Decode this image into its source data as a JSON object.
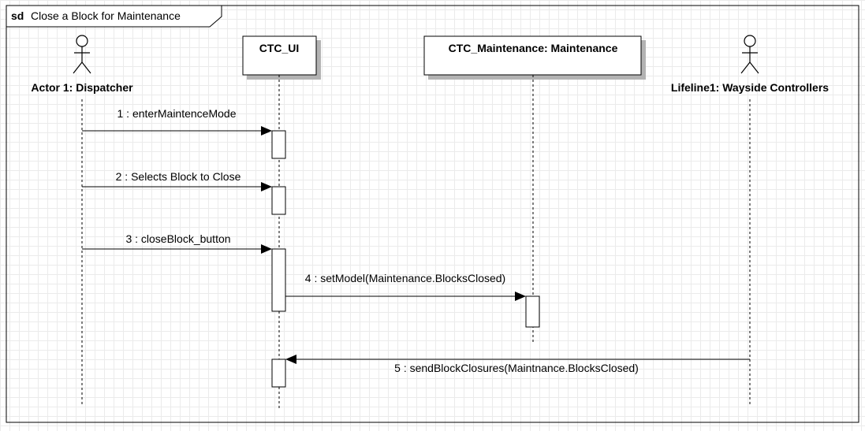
{
  "frame": {
    "keyword": "sd",
    "title": "Close a Block for Maintenance"
  },
  "participants": {
    "dispatcher": {
      "label": "Actor 1: Dispatcher",
      "kind": "actor"
    },
    "ctc_ui": {
      "label": "CTC_UI",
      "kind": "object"
    },
    "ctc_maintenance": {
      "label": "CTC_Maintenance: Maintenance",
      "kind": "object"
    },
    "wayside": {
      "label": "Lifeline1: Wayside Controllers",
      "kind": "actor"
    }
  },
  "messages": [
    {
      "label": "1 : enterMaintenceMode",
      "from": "dispatcher",
      "to": "ctc_ui"
    },
    {
      "label": "2 : Selects Block to Close",
      "from": "dispatcher",
      "to": "ctc_ui"
    },
    {
      "label": "3 : closeBlock_button",
      "from": "dispatcher",
      "to": "ctc_ui"
    },
    {
      "label": "4 : setModel(Maintenance.BlocksClosed)",
      "from": "ctc_ui",
      "to": "ctc_maintenance"
    },
    {
      "label": "5 : sendBlockClosures(Maintnance.BlocksClosed)",
      "from": "wayside",
      "to": "ctc_ui"
    }
  ],
  "colors": {
    "line": "#000000",
    "fill": "#ffffff",
    "shadow": "#b3b3b3",
    "grid": "#ebebeb"
  }
}
